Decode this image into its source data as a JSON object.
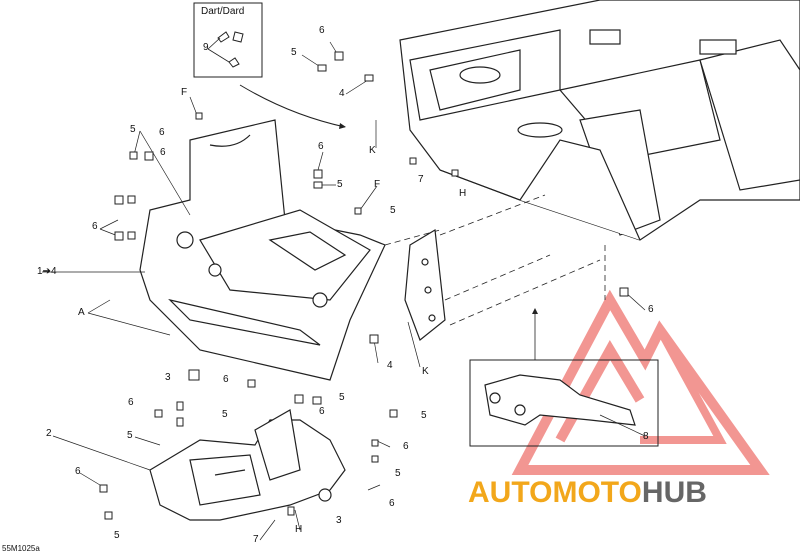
{
  "inset": {
    "title": "Dart/Dard"
  },
  "drawing_code": "55M1025a",
  "watermark": {
    "part1": "AUTO",
    "part2": "MOTO",
    "part3": "HUB"
  },
  "callouts": [
    {
      "text": "9"
    },
    {
      "text": "6"
    },
    {
      "text": "5"
    },
    {
      "text": "4"
    },
    {
      "text": "K"
    },
    {
      "text": "F"
    },
    {
      "text": "5"
    },
    {
      "text": "6"
    },
    {
      "text": "6"
    },
    {
      "text": "5"
    },
    {
      "text": "F"
    },
    {
      "text": "7"
    },
    {
      "text": "H"
    },
    {
      "text": "6"
    },
    {
      "text": "1➔4"
    },
    {
      "text": "5"
    },
    {
      "text": "A"
    },
    {
      "text": "4"
    },
    {
      "text": "K"
    },
    {
      "text": "6"
    },
    {
      "text": "3"
    },
    {
      "text": "6"
    },
    {
      "text": "6"
    },
    {
      "text": "5"
    },
    {
      "text": "2"
    },
    {
      "text": "5"
    },
    {
      "text": "5"
    },
    {
      "text": "6"
    },
    {
      "text": "6"
    },
    {
      "text": "5"
    },
    {
      "text": "7"
    },
    {
      "text": "H"
    },
    {
      "text": "3"
    },
    {
      "text": "5"
    },
    {
      "text": "6"
    },
    {
      "text": "5"
    },
    {
      "text": "6"
    },
    {
      "text": "8"
    },
    {
      "text": "6"
    }
  ],
  "colors": {
    "line": "#222222",
    "watermark_red": "#e8413a",
    "watermark_orange": "#f2a71b",
    "watermark_grey": "#666666"
  }
}
